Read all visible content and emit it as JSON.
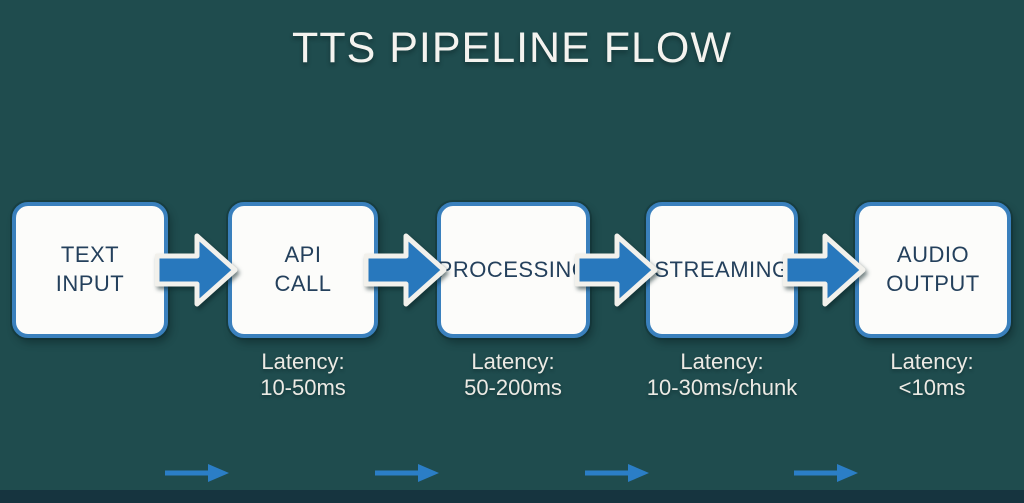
{
  "title": "TTS PIPELINE FLOW",
  "stages": [
    {
      "lines": [
        "TEXT",
        "INPUT"
      ]
    },
    {
      "lines": [
        "API",
        "CALL"
      ],
      "latency": [
        "Latency:",
        "10-50ms"
      ]
    },
    {
      "lines": [
        "PROCESSING"
      ],
      "latency": [
        "Latency:",
        "50-200ms"
      ]
    },
    {
      "lines": [
        "STREAMING"
      ],
      "latency": [
        "Latency:",
        "10-30ms/chunk"
      ]
    },
    {
      "lines": [
        "AUDIO",
        "OUTPUT"
      ],
      "latency": [
        "Latency:",
        "<10ms"
      ]
    }
  ],
  "icons": {
    "stage_connector": "block-arrow-right",
    "footer_arrow": "thin-arrow-right"
  },
  "colors": {
    "background": "#1f4c4e",
    "footer_bar": "#16343f",
    "box_fill": "#fcfcfa",
    "box_border": "#3a80bd",
    "box_text": "#24405c",
    "arrow_fill": "#2878bd",
    "arrow_outline": "#f2f1ec",
    "title_text": "#f4f3ef",
    "latency_text": "#eceae4",
    "small_arrow": "#2b7ec6"
  }
}
